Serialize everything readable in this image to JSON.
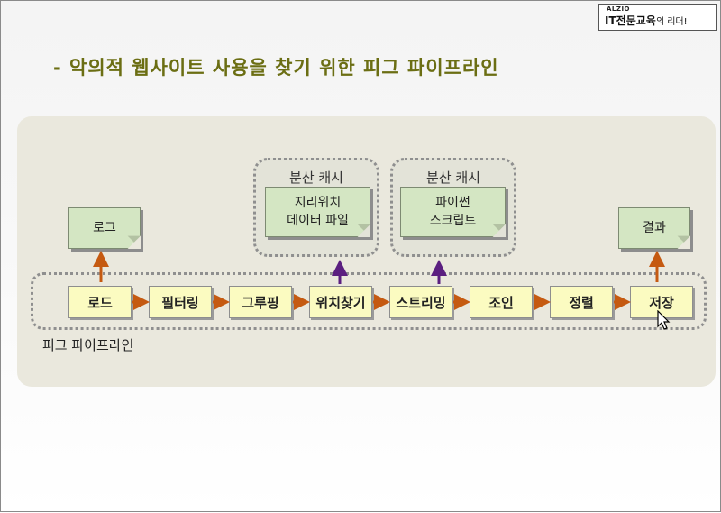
{
  "logo": {
    "brand": "ALZIO",
    "main": "IT전문교육",
    "sub": "의 리더!"
  },
  "title": "- 악의적 웹사이트 사용을 찾기 위한 피그 파이프라인",
  "pipeline_label": "피그 파이프라인",
  "stages": [
    "로드",
    "필터링",
    "그루핑",
    "위치찾기",
    "스트리밍",
    "조인",
    "정렬",
    "저장"
  ],
  "caches": [
    {
      "title": "분산 캐시",
      "note_lines": [
        "지리위치",
        "데이터 파일"
      ]
    },
    {
      "title": "분산 캐시",
      "note_lines": [
        "파이썬",
        "스크립트"
      ]
    }
  ],
  "notes": {
    "log": "로그",
    "result": "결과"
  },
  "colors": {
    "title": "#6b6e13",
    "flow_arrow": "#c55a11",
    "cache_arrow": "#5b1f80",
    "stage_fill": "#fbfbc1",
    "note_fill": "#d4e6c3"
  }
}
